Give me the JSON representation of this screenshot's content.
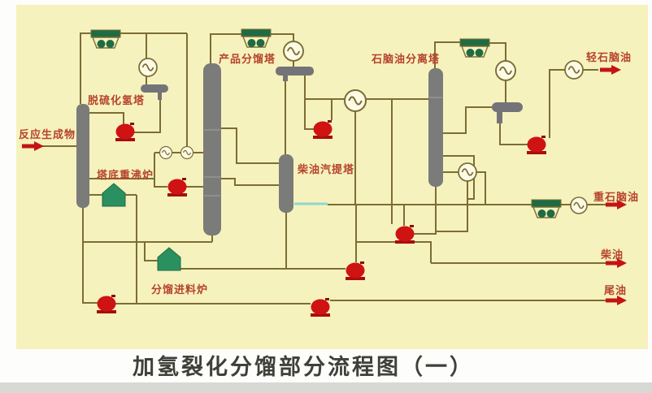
{
  "title": "加氢裂化分馏部分流程图（一）",
  "equipment_labels": {
    "desulfurizer_column": "脱硫化氢塔",
    "product_fractionator": "产品分馏塔",
    "naphtha_splitter": "石脑油分离塔",
    "diesel_stripper": "柴油汽提塔",
    "bottom_reboiler_furnace": "塔底重沸炉",
    "fractionation_feed_furnace": "分馏进料炉"
  },
  "streams": {
    "feed": "反应生成物",
    "light_naphtha": "轻石脑油",
    "heavy_naphtha": "重石脑油",
    "diesel": "柴油",
    "tail_oil": "尾油"
  },
  "palette": {
    "canvas_background": "#f6f2bd",
    "pipe_line": "#7c6d35",
    "steam_line": "#8fd8d2",
    "vessel_gray": "#7b7b79",
    "equipment_green": "#2a9060",
    "cooler_bar_green": "#1f6b43",
    "pump_red": "#cf1212",
    "arrow_red": "#c41313",
    "label_red": "#b5432c",
    "title_color": "#40403a",
    "footer_strip": "#d8d8d5"
  }
}
